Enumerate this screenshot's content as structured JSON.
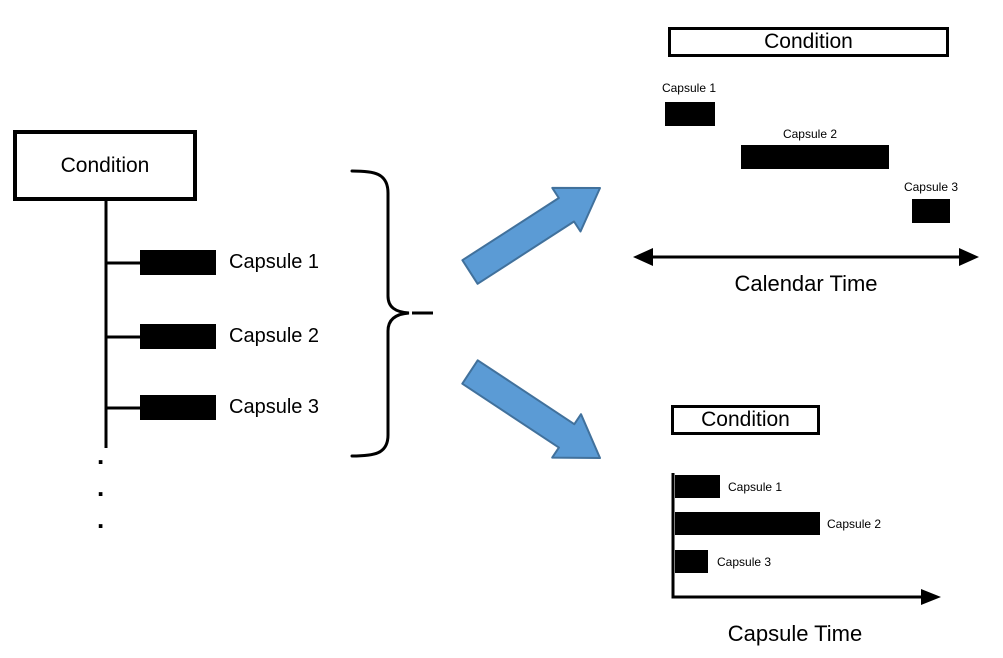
{
  "left_tree": {
    "condition_label": "Condition",
    "capsules": [
      {
        "label": "Capsule 1"
      },
      {
        "label": "Capsule 2"
      },
      {
        "label": "Capsule 3"
      }
    ],
    "ellipsis_dots": [
      ".",
      ".",
      "."
    ]
  },
  "calendar_time_view": {
    "condition_label": "Condition",
    "capsules": [
      {
        "label": "Capsule 1"
      },
      {
        "label": "Capsule 2"
      },
      {
        "label": "Capsule 3"
      }
    ],
    "axis_label": "Calendar Time"
  },
  "capsule_time_view": {
    "condition_label": "Condition",
    "capsules": [
      {
        "label": "Capsule 1"
      },
      {
        "label": "Capsule 2"
      },
      {
        "label": "Capsule 3"
      }
    ],
    "axis_label": "Capsule Time"
  },
  "colors": {
    "arrow_fill": "#5B9BD5",
    "arrow_stroke": "#41719C",
    "bar": "#000000",
    "line": "#000000"
  }
}
